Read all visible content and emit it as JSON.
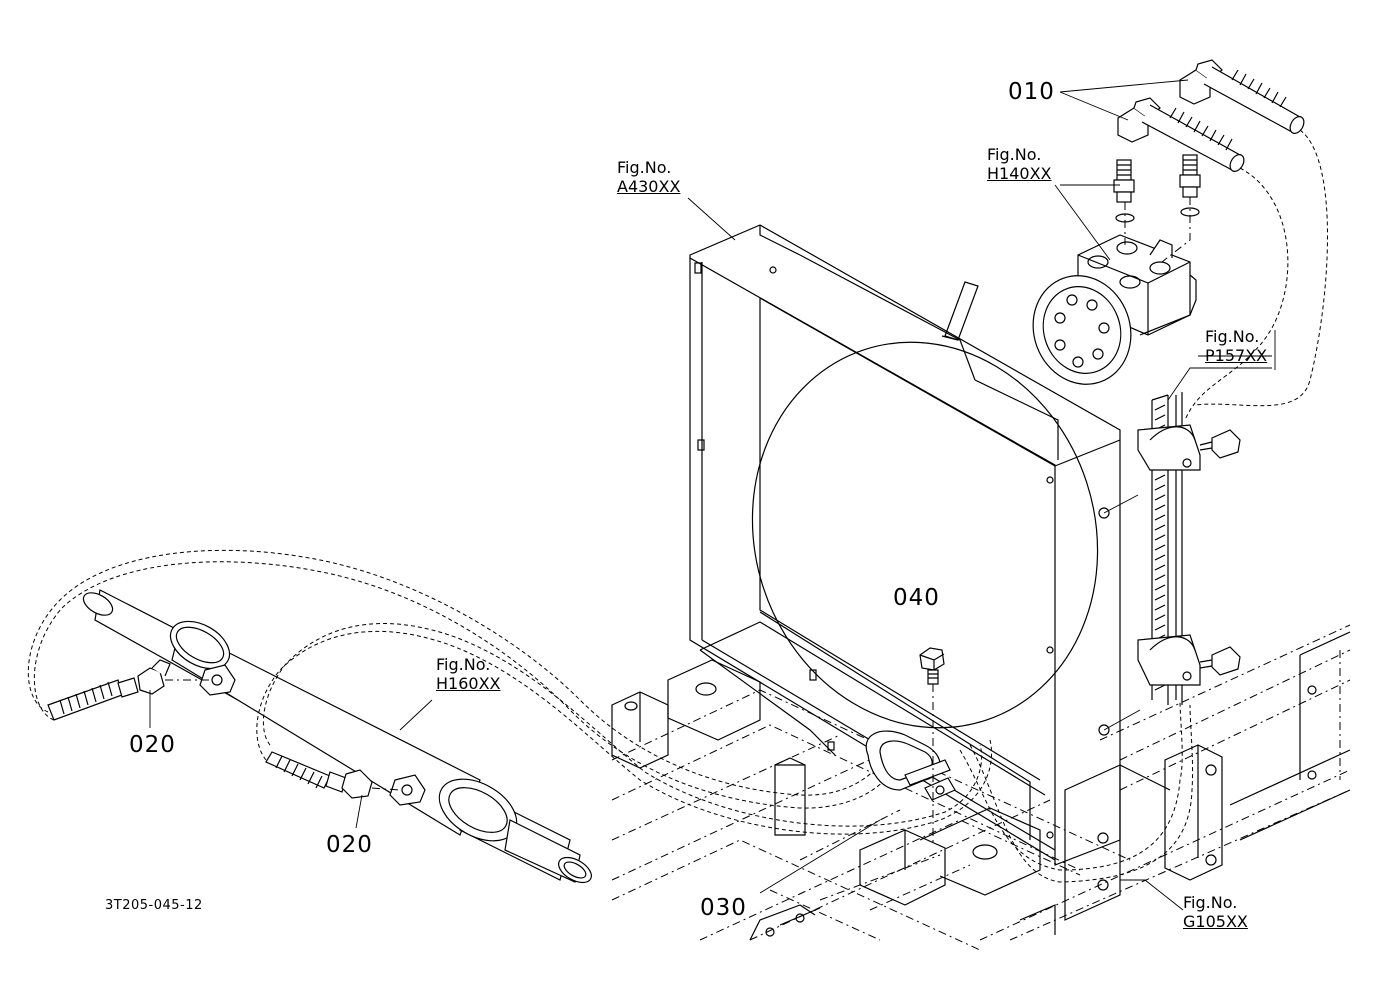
{
  "drawing_code": "3T205-045-12",
  "parts": [
    {
      "number": "010"
    },
    {
      "number": "020"
    },
    {
      "number": "020"
    },
    {
      "number": "030"
    },
    {
      "number": "040"
    }
  ],
  "figure_refs": [
    {
      "label": "Fig.No.",
      "ref": "A430XX"
    },
    {
      "label": "Fig.No.",
      "ref": "H140XX"
    },
    {
      "label": "Fig.No.",
      "ref": "P157XX"
    },
    {
      "label": "Fig.No.",
      "ref": "H160XX"
    },
    {
      "label": "Fig.No.",
      "ref": "G105XX"
    }
  ]
}
